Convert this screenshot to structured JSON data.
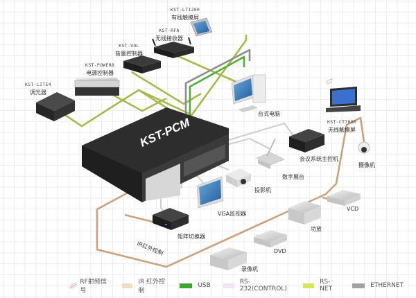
{
  "title": "KST-PCM 系统连接图",
  "central": {
    "name": "KST-PCM"
  },
  "devices": {
    "lite4": {
      "model": "KST-LITE4",
      "name": "调光器"
    },
    "power8": {
      "model": "KST-POWER8",
      "name": "电源控制器"
    },
    "vol": {
      "model": "KST-VOL",
      "name": "音量控制器"
    },
    "rfa": {
      "model": "KST-RFA",
      "name": "无线接收器"
    },
    "lt1200": {
      "model": "KST-LT1200",
      "name": "有线触摸屏"
    },
    "ct7000": {
      "model": "KST-CT7000",
      "name": "无线触摸屏"
    },
    "pc": {
      "name": "台式电脑"
    },
    "conference": {
      "name": "会议系统主控机"
    },
    "camera": {
      "name": "摄像机"
    },
    "visualizer": {
      "name": "数字展台"
    },
    "projector": {
      "name": "投影机"
    },
    "vga_monitor": {
      "name": "VGA监视器"
    },
    "matrix": {
      "name": "矩阵切换器"
    },
    "ir_label": {
      "name": "IR红外控制"
    },
    "amplifier": {
      "name": "功放"
    },
    "vcd": {
      "name": "VCD"
    },
    "dvd": {
      "name": "DVD"
    },
    "recorder": {
      "name": "录像机"
    }
  },
  "colors": {
    "rf": "#c9a3a3",
    "ir": "#c9a27c",
    "usb": "#4db035",
    "rs232": "#e9dde9",
    "rsnet": "#a8b84a",
    "ethernet": "#8c8c8c"
  },
  "legend": [
    {
      "key": "rf",
      "label": "RF射频信号",
      "icon": "rf-wave-icon",
      "color": "#d9b3b8"
    },
    {
      "key": "ir",
      "label": "IR 红外控制",
      "color": "#f3dcbf"
    },
    {
      "key": "usb",
      "label": "USB",
      "color": "#3aa82e"
    },
    {
      "key": "rs232",
      "label": "RS-232(CONTROL)",
      "color": "#f1e4f0"
    },
    {
      "key": "rsnet",
      "label": "RS-NET",
      "color": "#d8e45a"
    },
    {
      "key": "ethernet",
      "label": "ETHERNET",
      "color": "#a3a3a3"
    }
  ]
}
